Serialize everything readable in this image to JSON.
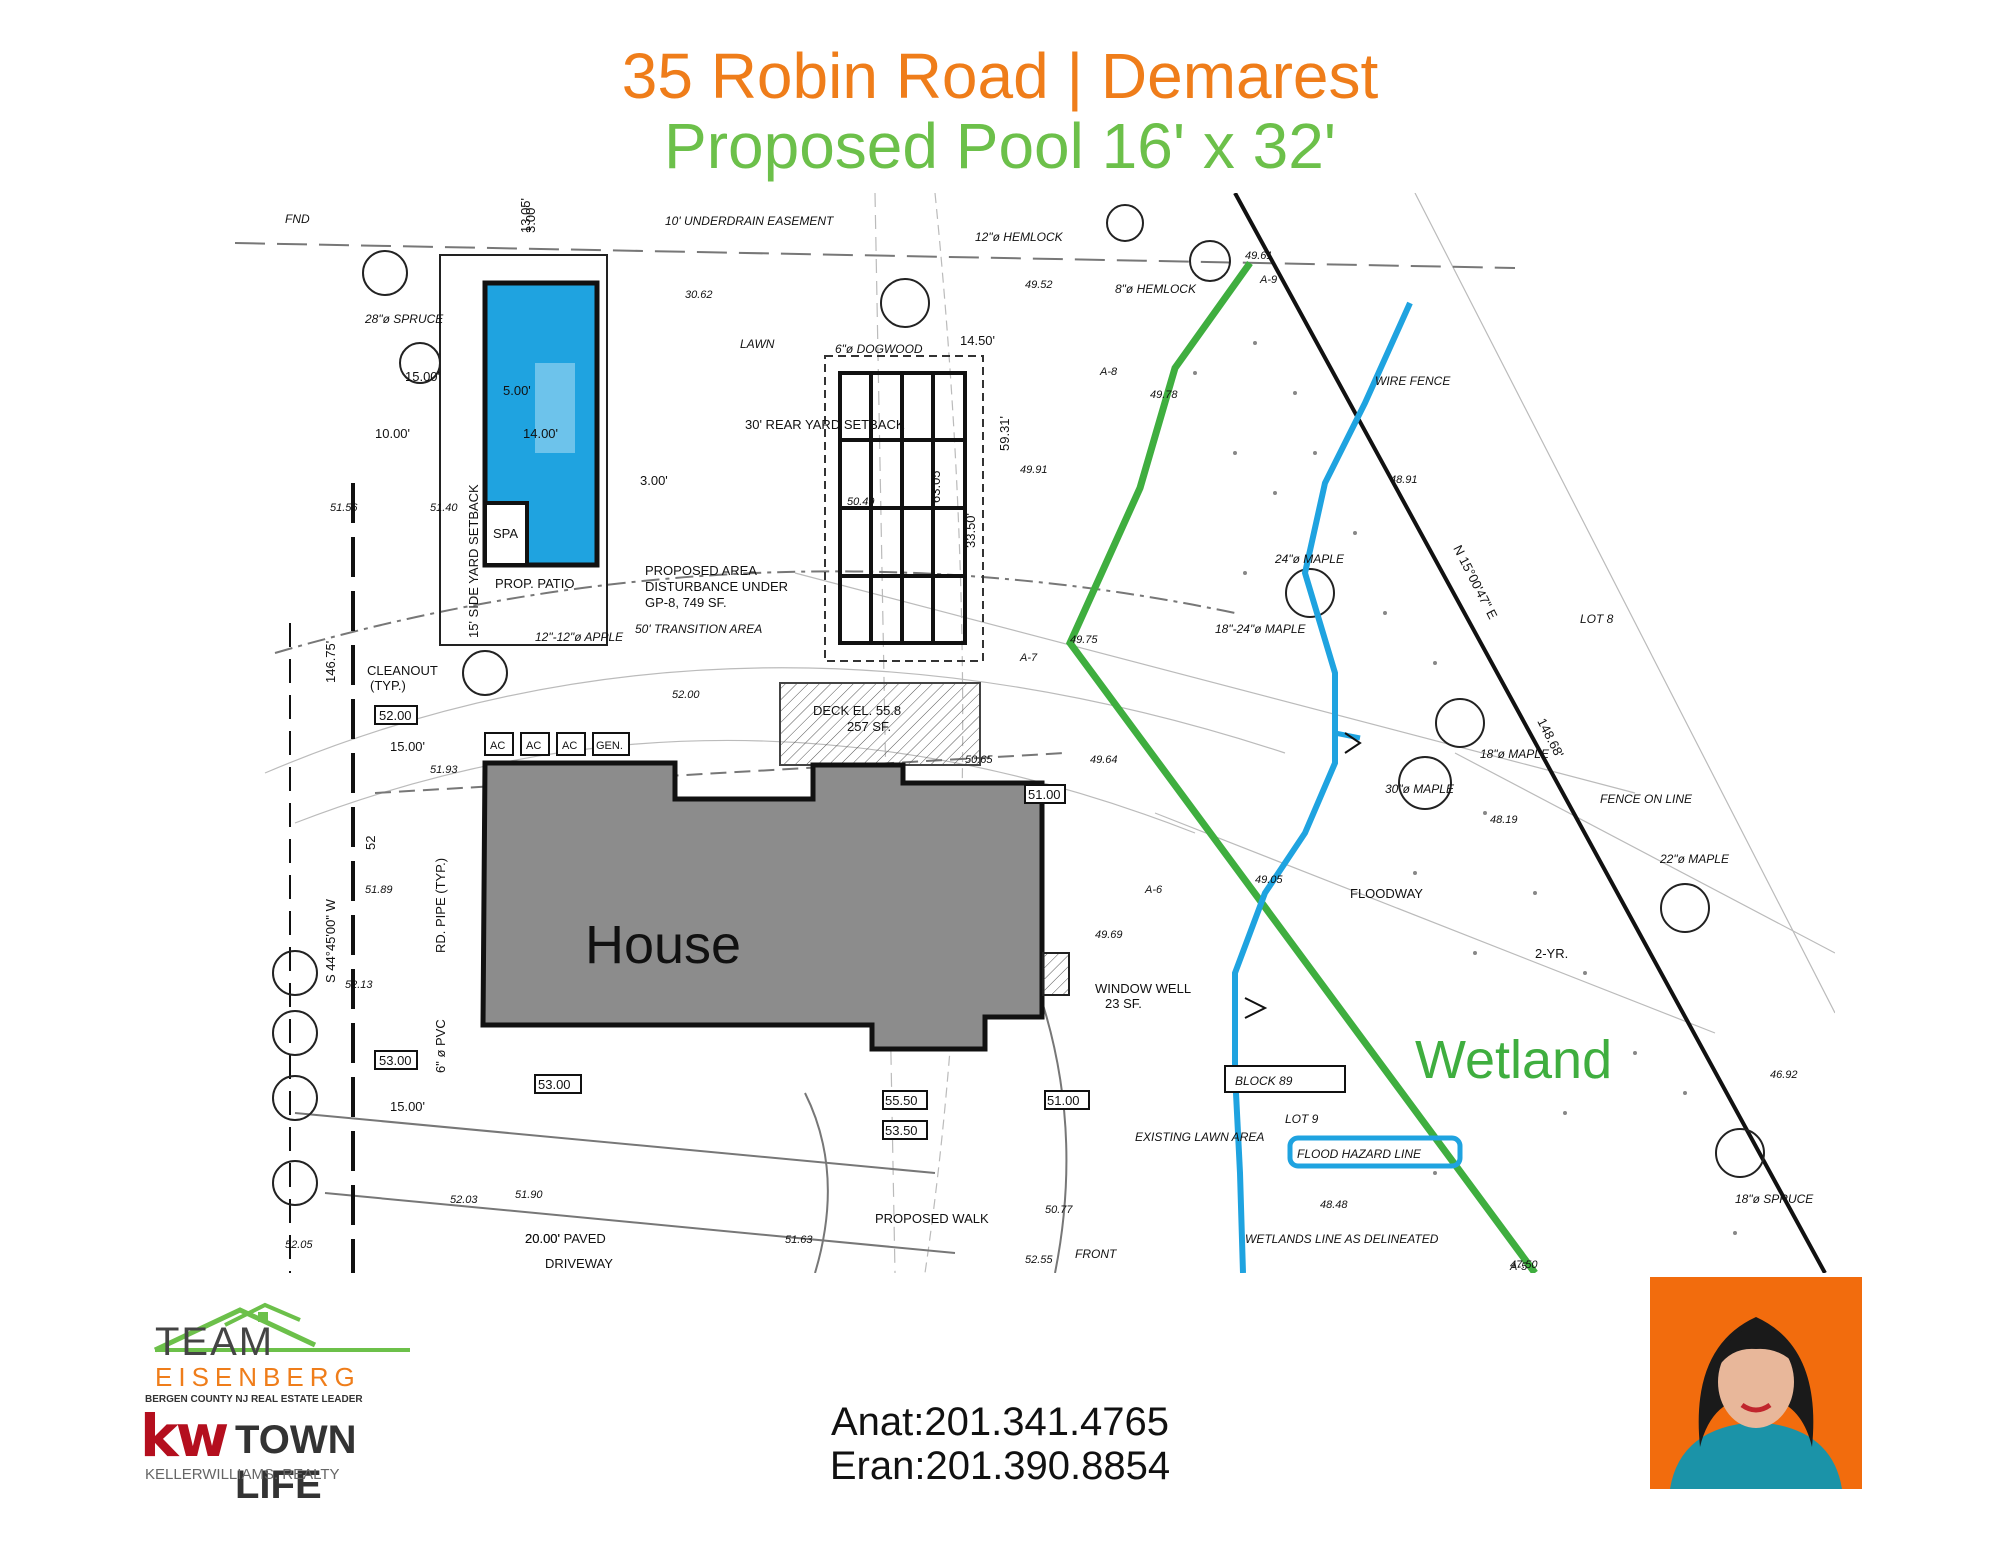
{
  "header": {
    "line1": "35 Robin Road | Demarest",
    "line2": "Proposed Pool 16' x 32'"
  },
  "plan": {
    "house_label": "House",
    "wetland_label": "Wetland",
    "labels": {
      "fnd": "FND",
      "underdrain": "10' UNDERDRAIN EASEMENT",
      "hemlock12": "12\"ø HEMLOCK",
      "hemlock8": "8\"ø HEMLOCK",
      "spruce28": "28\"ø SPRUCE",
      "lawn": "LAWN",
      "dogwood": "6\"ø DOGWOOD",
      "rear_setback": "30' REAR YARD SETBACK",
      "side_setback": "15' SIDE YARD SETBACK",
      "spa": "SPA",
      "prop_patio": "PROP. PATIO",
      "proposed_area": "PROPOSED AREA",
      "disturbance": "DISTURBANCE UNDER",
      "gp8": "GP-8, 749 SF.",
      "transition": "50' TRANSITION AREA",
      "apple": "12\"-12\"ø APPLE",
      "cleanout": "CLEANOUT",
      "cleanout_typ": "(TYP.)",
      "ac": "AC",
      "gen": "GEN.",
      "deck1": "DECK EL. 55.8",
      "deck2": "257 SF.",
      "wire_fence": "WIRE FENCE",
      "lot8": "LOT 8",
      "bearing_n": "N 15°00'47\" E",
      "dist_n": "148.68'",
      "maple24": "24\"ø MAPLE",
      "maple1824": "18\"-24\"ø MAPLE",
      "maple18": "18\"ø MAPLE",
      "maple30": "30\"ø MAPLE",
      "maple22": "22\"ø MAPLE",
      "fence_on_line": "FENCE ON LINE",
      "floodway": "FLOODWAY",
      "two_yr": "2-YR.",
      "window_well": "WINDOW WELL",
      "window_well_sf": "23 SF.",
      "block": "BLOCK 89",
      "lot9": "LOT 9",
      "flood_hazard": "FLOOD HAZARD LINE",
      "existing_lawn": "EXISTING LAWN AREA",
      "wetlands_line": "WETLANDS LINE AS DELINEATED",
      "spruce18": "18\"ø SPRUCE",
      "bearing_s": "S 44°45'00\" W",
      "dist_s": "146.75'",
      "rd_pipe": "RD. PIPE (TYP.)",
      "pvc": "6\" ø PVC",
      "paved": "20.00' PAVED",
      "driveway": "DRIVEWAY",
      "proposed_walk": "PROPOSED WALK",
      "front": "FRONT",
      "spruce_l": "SPRUCE"
    },
    "dims": [
      "15.00'",
      "10.00'",
      "5.00'",
      "14.00'",
      "3.00'",
      "3.00'",
      "13.05'",
      "14.50'",
      "59.31'",
      "33.50'",
      "63.05'",
      "15.00'",
      "15.00'",
      "20.00'"
    ],
    "elev_boxes": [
      "52.00",
      "53.00",
      "51.00",
      "53.00",
      "55.50",
      "53.50",
      "51.00",
      "52"
    ],
    "spots": [
      "30.62",
      "49.52",
      "49.61",
      "49.78",
      "49.91",
      "50.49",
      "49.75",
      "48.91",
      "52.00",
      "49.64",
      "48.19",
      "51.40",
      "51.56",
      "51.93",
      "51.89",
      "52.13",
      "52.03",
      "51.90",
      "51.63",
      "52.05",
      "52.55",
      "48.48",
      "47.50",
      "46.92",
      "49.69",
      "50.77",
      "50.65",
      "49.05"
    ],
    "points": [
      "A-9",
      "A-8",
      "A-7",
      "A-6",
      "A-5"
    ]
  },
  "contacts": {
    "anat": "Anat:201.341.4765",
    "eran": "Eran:201.390.8854"
  },
  "brand": {
    "team": "TEAM",
    "eisenberg": "EISENBERG",
    "tagline": "BERGEN COUNTY NJ REAL ESTATE LEADER",
    "kw": "kw",
    "town_life": "TOWN LIFE",
    "keller": "KELLERWILLIAMS. REALTY"
  },
  "colors": {
    "orange": "#ef7d1a",
    "green": "#6cc04a",
    "pool_blue": "#1fa3e0",
    "house_gray": "#8c8c8c",
    "line_green": "#3fae3f",
    "kw_red": "#b40f1e"
  }
}
